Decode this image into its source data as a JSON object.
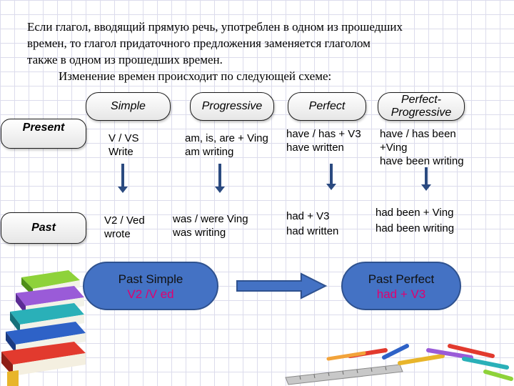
{
  "intro": {
    "line1": "Если глагол, вводящий прямую речь, употреблен в одном из прошедших",
    "line2": "времен, то глагол придаточного предложения заменяется  глаголом",
    "line3": "также в одном из прошедших времен.",
    "line4": "Изменение времен происходит по следующей схеме:"
  },
  "headers": {
    "simple": "Simple",
    "progressive": "Progressive",
    "perfect": "Perfect",
    "perfect_progressive_1": "Perfect-",
    "perfect_progressive_2": "Progressive"
  },
  "rows": {
    "present": "Present",
    "past": "Past"
  },
  "present": {
    "simple_formula": "V / VS",
    "simple_example": "Write",
    "progressive_formula": "am, is, are + Ving",
    "progressive_example": "am writing",
    "perfect_formula": "have / has + V3",
    "perfect_example": "have written",
    "perfprog_formula_1": "have / has been",
    "perfprog_formula_2": "+Ving",
    "perfprog_example": "have been writing"
  },
  "past": {
    "simple_formula": "V2 / Ved",
    "simple_example": "wrote",
    "progressive_formula": "was / were Ving",
    "progressive_example": "was writing",
    "perfect_formula": "had + V3",
    "perfect_example": "had written",
    "perfprog_formula": "had been + Ving",
    "perfprog_example": "had been writing"
  },
  "transform": {
    "from_title": "Past Simple",
    "from_formula": "V2 /V ed",
    "to_title": "Past Perfect",
    "to_formula": "had + V3"
  },
  "colors": {
    "arrow": "#2b4a80",
    "big_pill": "#4472c4",
    "formula_accent": "#e00070"
  }
}
